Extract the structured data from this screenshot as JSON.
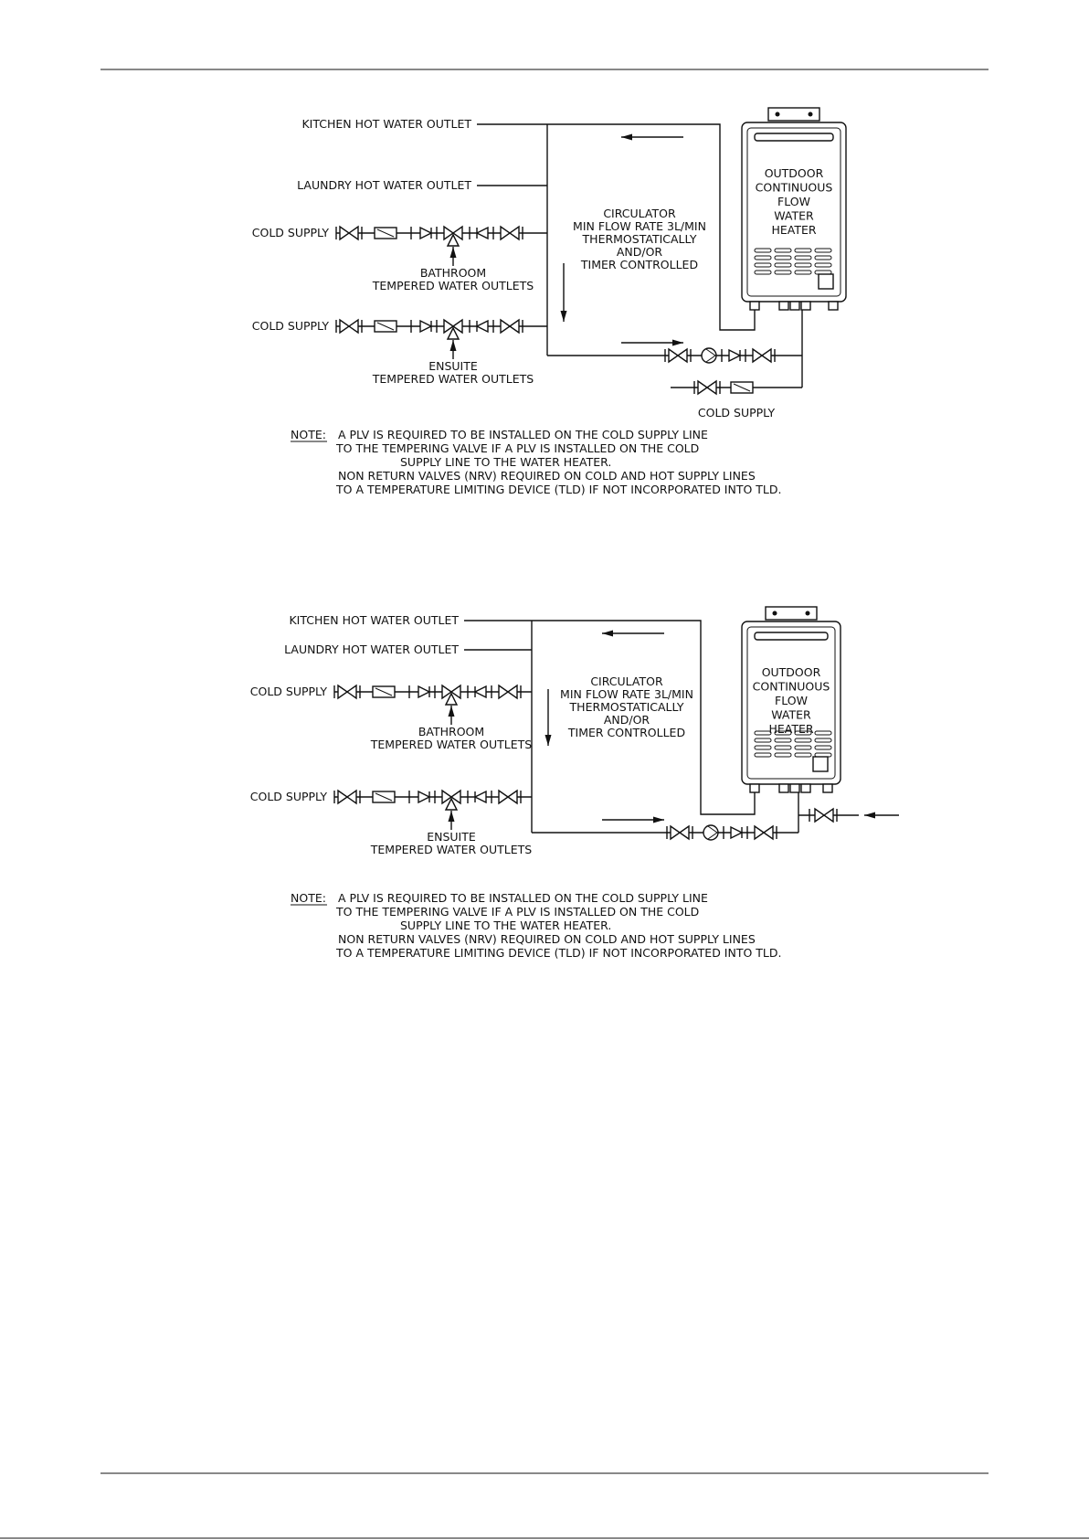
{
  "diagrams": [
    {
      "kitchen_label": "KITCHEN HOT WATER OUTLET",
      "laundry_label": "LAUNDRY HOT WATER OUTLET",
      "cold_supply_1": "COLD SUPPLY",
      "cold_supply_2": "COLD SUPPLY",
      "cold_supply_3": "COLD SUPPLY",
      "bathroom_label": [
        "BATHROOM",
        "TEMPERED WATER OUTLETS"
      ],
      "ensuite_label": [
        "ENSUITE",
        "TEMPERED WATER OUTLETS"
      ],
      "circulator_label": [
        "CIRCULATOR",
        "MIN FLOW RATE 3L/MIN",
        "THERMOSTATICALLY",
        "AND/OR",
        "TIMER CONTROLLED"
      ],
      "heater_label": [
        "OUTDOOR",
        "CONTINUOUS",
        "FLOW",
        "WATER",
        "HEATER"
      ],
      "note_title": "NOTE:",
      "note_lines": [
        "A PLV IS REQUIRED TO BE INSTALLED ON THE COLD SUPPLY LINE",
        "TO THE TEMPERING VALVE IF A PLV IS INSTALLED ON THE COLD",
        "SUPPLY LINE TO THE WATER HEATER.",
        "NON RETURN VALVES (NRV) REQUIRED ON COLD AND HOT SUPPLY LINES",
        "TO A TEMPERATURE LIMITING DEVICE (TLD) IF NOT INCORPORATED INTO TLD."
      ]
    },
    {
      "kitchen_label": "KITCHEN HOT WATER OUTLET",
      "laundry_label": "LAUNDRY HOT WATER OUTLET",
      "cold_supply_1": "COLD SUPPLY",
      "cold_supply_2": "COLD SUPPLY",
      "bathroom_label": [
        "BATHROOM",
        "TEMPERED WATER OUTLETS"
      ],
      "ensuite_label": [
        "ENSUITE",
        "TEMPERED WATER OUTLETS"
      ],
      "circulator_label": [
        "CIRCULATOR",
        "MIN FLOW RATE 3L/MIN",
        "THERMOSTATICALLY",
        "AND/OR",
        "TIMER CONTROLLED"
      ],
      "heater_label": [
        "OUTDOOR",
        "CONTINUOUS",
        "FLOW",
        "WATER",
        "HEATER"
      ],
      "note_title": "NOTE:",
      "note_lines": [
        "A PLV IS REQUIRED TO BE INSTALLED ON THE COLD SUPPLY LINE",
        "TO THE TEMPERING VALVE IF A PLV IS INSTALLED ON THE COLD",
        "SUPPLY LINE TO THE WATER HEATER.",
        "NON RETURN VALVES (NRV) REQUIRED ON COLD AND HOT SUPPLY LINES",
        "TO A TEMPERATURE LIMITING DEVICE (TLD) IF NOT INCORPORATED INTO TLD."
      ]
    }
  ]
}
